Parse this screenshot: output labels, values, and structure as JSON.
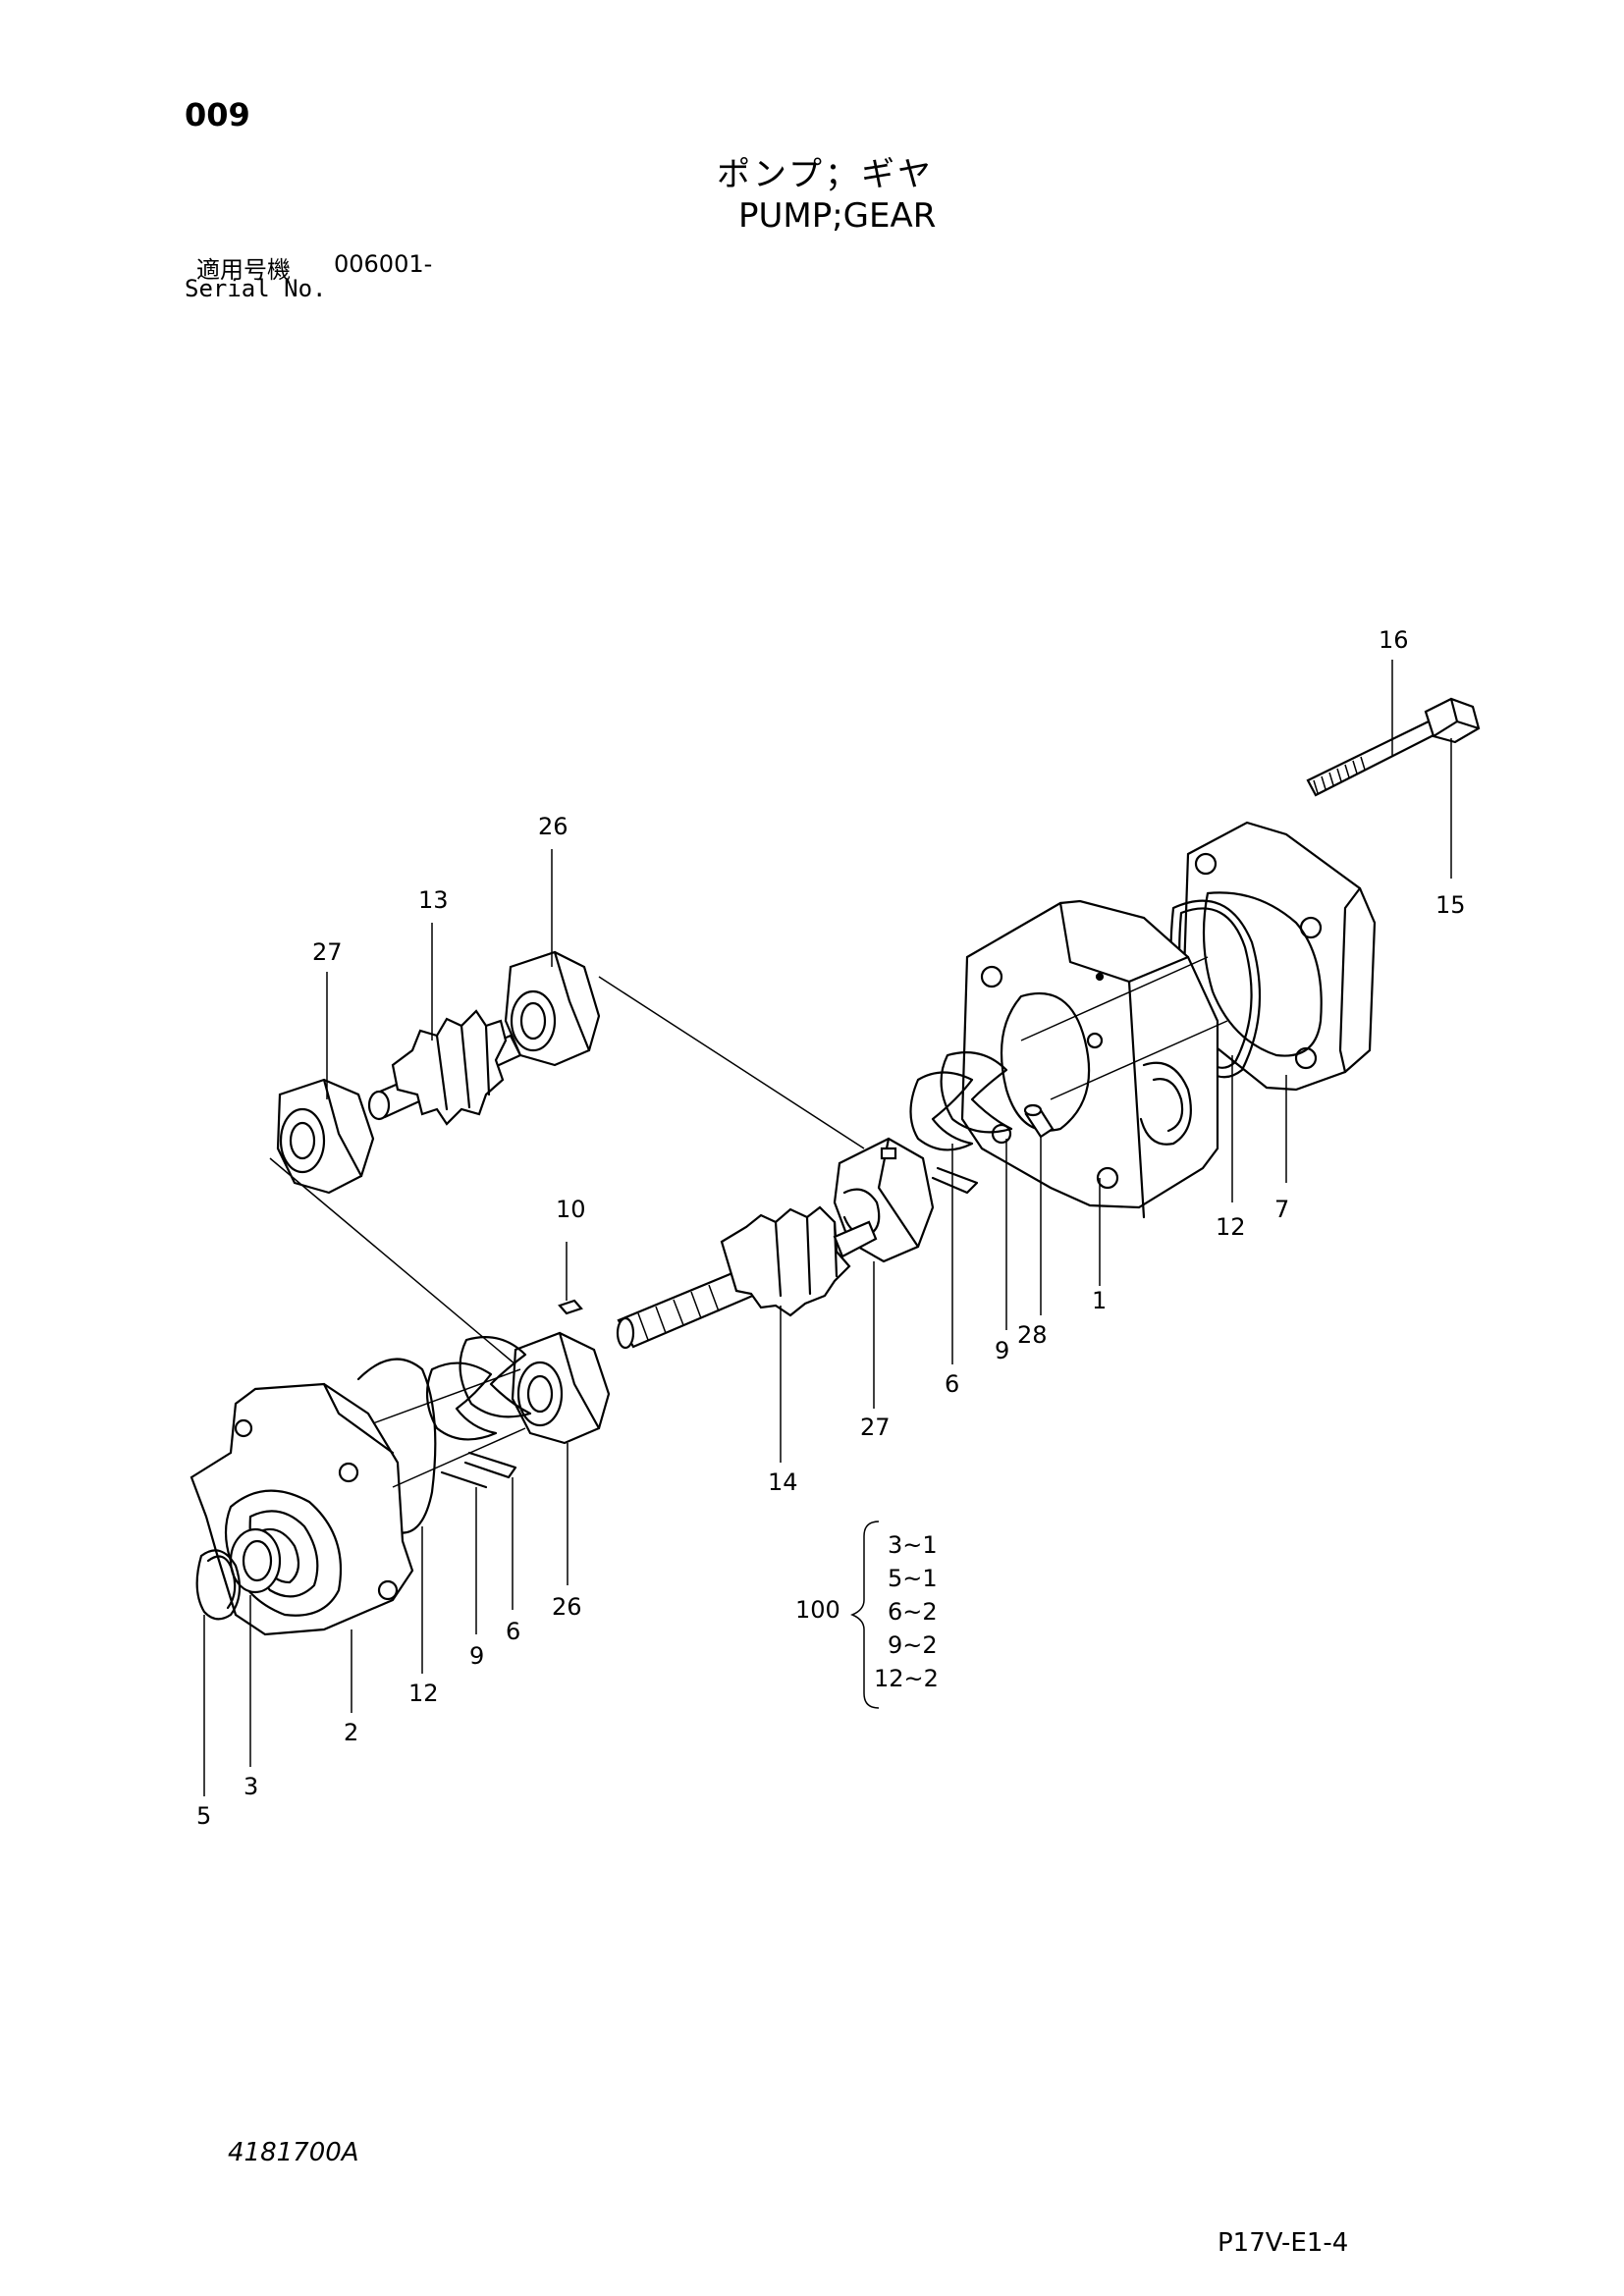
{
  "page_number": "009",
  "title_ja": "ポンプ；ギヤ",
  "title_en": "PUMP;GEAR",
  "serial": {
    "label_ja": "適用号機",
    "range": "006001-",
    "label_en": "Serial No."
  },
  "callouts": {
    "c1": "1",
    "c2": "2",
    "c3": "3",
    "c5": "5",
    "c6a": "6",
    "c6b": "6",
    "c7": "7",
    "c9a": "9",
    "c9b": "9",
    "c10": "10",
    "c12a": "12",
    "c12b": "12",
    "c13": "13",
    "c14": "14",
    "c15": "15",
    "c16": "16",
    "c26a": "26",
    "c26b": "26",
    "c27a": "27",
    "c27b": "27",
    "c28": "28"
  },
  "kit": {
    "number": "100",
    "items": [
      "3~1",
      "5~1",
      "6~2",
      "9~2",
      "12~2"
    ]
  },
  "drawing_number": "4181700A",
  "page_code": "P17V-E1-4"
}
